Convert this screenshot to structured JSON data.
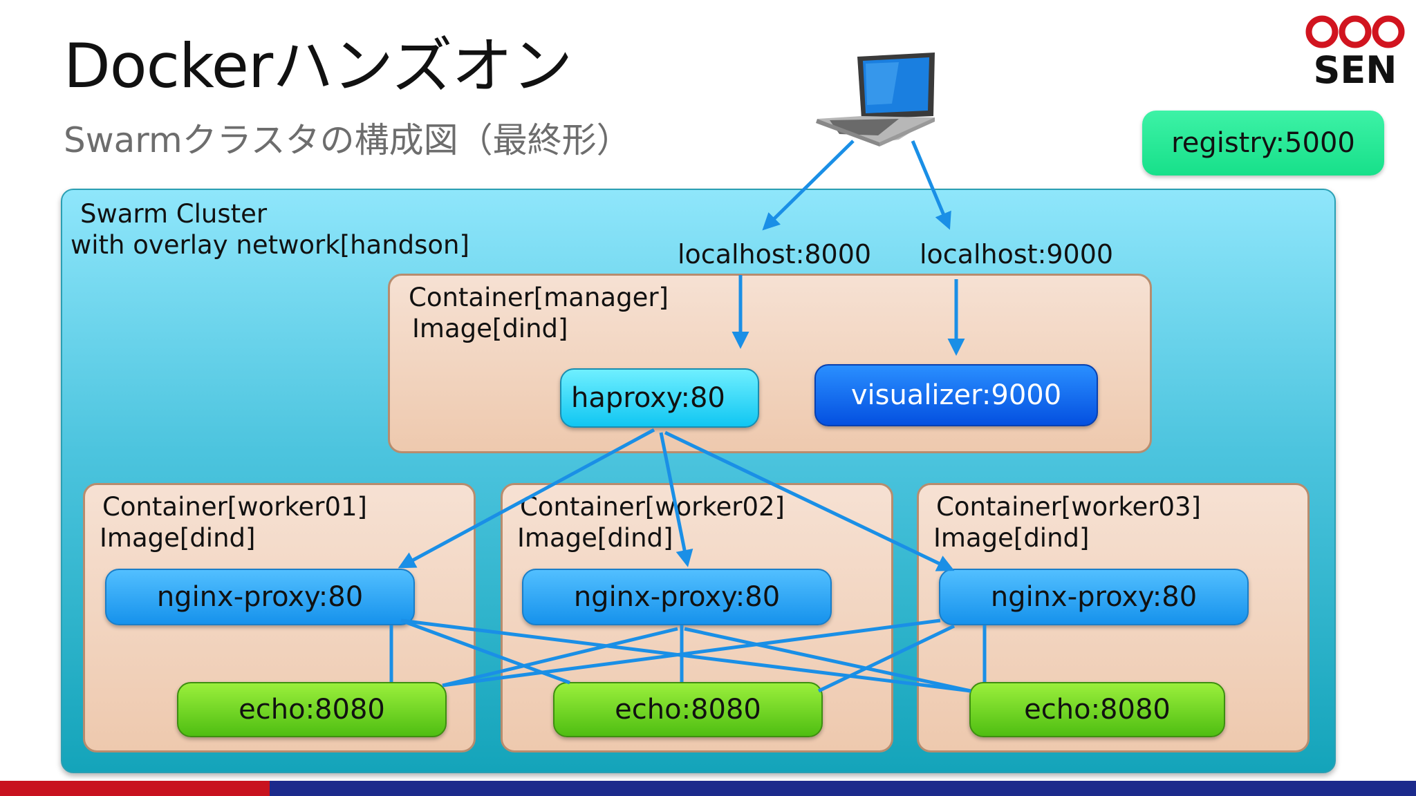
{
  "slide": {
    "title": "Dockerハンズオン",
    "subtitle": "Swarmクラスタの構成図（最終形）"
  },
  "logo": {
    "text": "SEN",
    "icon": "infinity-loop-icon",
    "color": "#d1141f"
  },
  "registry": {
    "label": "registry:5000"
  },
  "client": {
    "icon": "laptop-icon"
  },
  "cluster": {
    "label_line1": "Swarm Cluster",
    "label_line2": "with overlay network[handson]",
    "ports": [
      "localhost:8000",
      "localhost:9000"
    ],
    "manager": {
      "label_line1": "Container[manager]",
      "label_line2": "Image[dind]",
      "services": [
        "haproxy:80",
        "visualizer:9000"
      ]
    },
    "workers": [
      {
        "label_line1": "Container[worker01]",
        "label_line2": "Image[dind]",
        "proxy": "nginx-proxy:80",
        "echo": "echo:8080"
      },
      {
        "label_line1": "Container[worker02]",
        "label_line2": "Image[dind]",
        "proxy": "nginx-proxy:80",
        "echo": "echo:8080"
      },
      {
        "label_line1": "Container[worker03]",
        "label_line2": "Image[dind]",
        "proxy": "nginx-proxy:80",
        "echo": "echo:8080"
      }
    ]
  },
  "colors": {
    "cluster": "#4cc4de",
    "container": "#f2d4bf",
    "haproxy": "#10c6f2",
    "visualizer": "#0450e0",
    "nginx": "#1692ec",
    "echo": "#4fbe12",
    "registry": "#17e08a",
    "arrow": "#1a8fe6",
    "footer_red": "#c8121f",
    "footer_blue": "#1c2a8c"
  }
}
